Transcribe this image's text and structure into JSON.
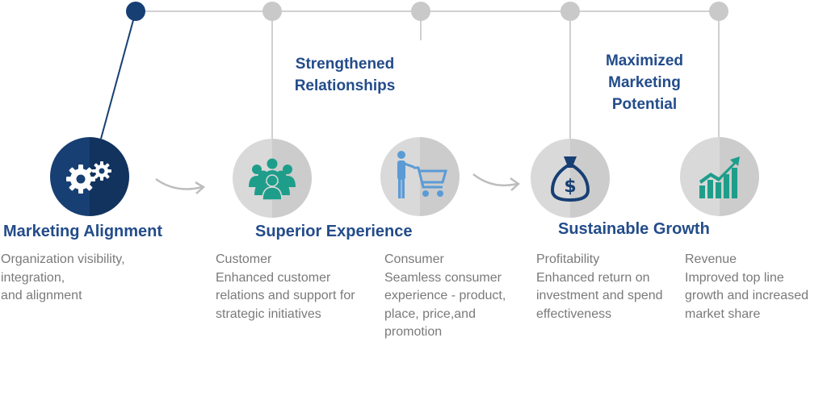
{
  "headings": {
    "marketing_alignment": "Marketing Alignment",
    "superior_experience": "Superior Experience",
    "sustainable_growth": "Sustainable Growth"
  },
  "outcomes": {
    "strengthened": [
      "Strengthened",
      "Relationships"
    ],
    "maximized": [
      "Maximized",
      "Marketing",
      "Potential"
    ]
  },
  "descriptions": {
    "organization": [
      "Organization visibility,",
      "integration,",
      "and alignment"
    ],
    "customer": [
      "Customer",
      "Enhanced customer",
      "relations and support for",
      "strategic initiatives"
    ],
    "consumer": [
      "Consumer",
      "Seamless consumer",
      "experience - product,",
      "place, price,and",
      "promotion"
    ],
    "profitability": [
      "Profitability",
      "Enhanced return on",
      "investment and spend",
      "effectiveness"
    ],
    "revenue": [
      "Revenue",
      "Improved top line",
      "growth and increased",
      "market share"
    ]
  },
  "icons": [
    "gears-icon",
    "people-group-icon",
    "shopping-cart-icon",
    "money-bag-icon",
    "growth-chart-icon"
  ],
  "colors": {
    "navy": "#173f73",
    "teal": "#1e9e8a",
    "blue": "#5b9bd5",
    "node_gray": "#c9c9c9",
    "circle_gray": "#d9d9d9",
    "text_gray": "#7a7a7a"
  }
}
